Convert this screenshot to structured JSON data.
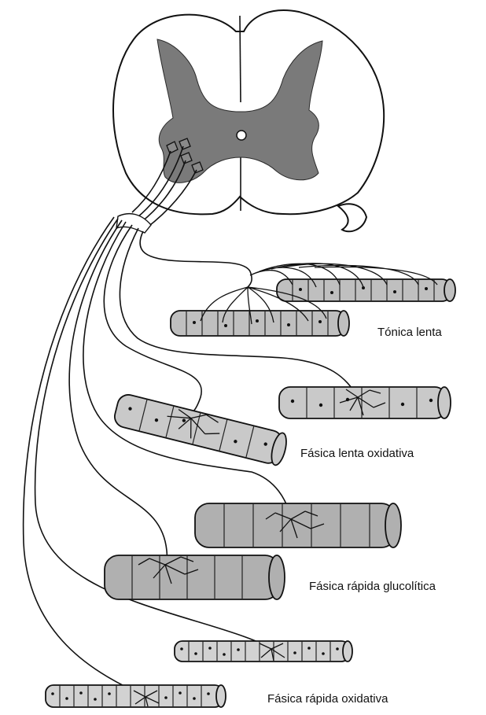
{
  "labels": {
    "tonic_slow": "Tónica lenta",
    "phasic_slow_oxidative": "Fásica lenta oxidativa",
    "phasic_fast_glycolytic": "Fásica rápida glucolítica",
    "phasic_fast_oxidative": "Fásica rápida oxidativa"
  }
}
